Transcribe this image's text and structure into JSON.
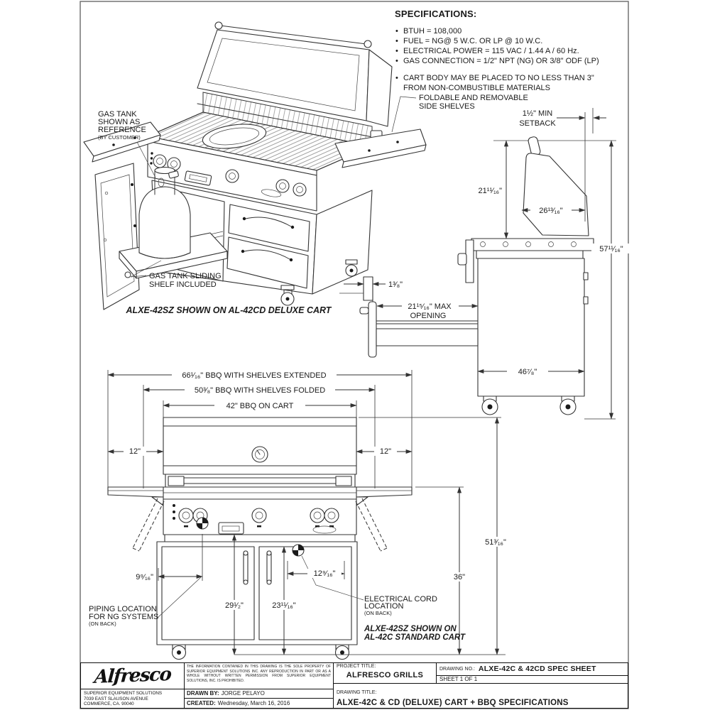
{
  "specifications": {
    "title": "SPECIFICATIONS:",
    "items": [
      "BTUH = 108,000",
      "FUEL = NG@ 5 W.C. OR LP @ 10 W.C.",
      "ELECTRICAL POWER = 115 VAC / 1.44 A / 60 Hz.",
      "GAS CONNECTION = 1/2\" NPT (NG) OR 3/8\" ODF (LP)"
    ],
    "note_line1": "CART BODY MAY BE PLACED TO NO LESS THAN 3\"",
    "note_line2": "FROM  NON-COMBUSTIBLE MATERIALS"
  },
  "iso_view": {
    "labels": {
      "gas_tank_1": "GAS TANK",
      "gas_tank_2": "SHOWN AS",
      "gas_tank_3": "REFERENCE",
      "gas_tank_4": "(BY CUSTOMER)",
      "shelf_1": "GAS TANK SLIDING",
      "shelf_2": "SHELF INCLUDED",
      "foldable_1": "FOLDABLE AND REMOVABLE",
      "foldable_2": "SIDE SHELVES"
    },
    "caption": "ALXE-42SZ SHOWN ON AL-42CD DELUXE CART"
  },
  "side_view": {
    "setback_1": "1½\" MIN",
    "setback_2": "SETBACK",
    "hood_height": "21¹¹⁄₁₆\"",
    "hood_depth": "26¹³⁄₁₆\"",
    "total_height": "57¹¹⁄₁₆\"",
    "lip": "1³⁄₈\"",
    "opening_1": "21¹⁵⁄₁₆\" MAX",
    "opening_2": "OPENING",
    "depth": "46⁷⁄₈\""
  },
  "front_view": {
    "extended": "66¹⁄₁₆\" BBQ WITH SHELVES EXTENDED",
    "folded": "50³⁄₈\" BBQ WITH SHELVES FOLDED",
    "on_cart": "42\" BBQ ON CART",
    "shelf_left": "12\"",
    "shelf_right": "12\"",
    "total_height": "51³⁄₁₆\"",
    "cart_height": "36\"",
    "piping_offset": "9⁹⁄₁₆\"",
    "handle_height": "29¹⁄₂\"",
    "door_height": "23¹¹⁄₁₆\"",
    "cord_offset": "12⁹⁄₁₆\"",
    "piping_1": "PIPING LOCATION",
    "piping_2": "FOR NG SYSTEMS",
    "piping_3": "(ON BACK)",
    "cord_1": "ELECTRICAL CORD",
    "cord_2": "LOCATION",
    "cord_3": "(ON BACK)",
    "caption_1": "ALXE-42SZ SHOWN ON",
    "caption_2": "AL-42C STANDARD CART"
  },
  "title_block": {
    "logo": "Alfresco",
    "company_1": "SUPERIOR EQUIPMENT SOLUTIONS",
    "company_2": "7039 EAST SLAUSON AVENUE",
    "company_3": "COMMERCE, CA. 90040",
    "legal": "THE INFORMATION CONTAINED IN THIS DRAWING IS THE SOLE PROPERTY OF SUPERIOR EQUIPMENT SOLUTIONS INC. ANY REPRODUCTION IN PART OR AS A WHOLE WITHOUT WRITTEN PERMISSION FROM SUPERIOR EQUIPMENT SOLUTIONS, INC. IS PROHIBITED.",
    "drawn_by_label": "DRAWN BY:",
    "drawn_by": "JORGE PELAYO",
    "created_label": "CREATED:",
    "created": "Wednesday, March 16, 2016",
    "project_title_label": "PROJECT TITLE:",
    "project_title": "ALFRESCO GRILLS",
    "drawing_no_label": "DRAWING NO.:",
    "drawing_no": "ALXE-42C & 42CD SPEC SHEET",
    "sheet": "SHEET 1 OF 1",
    "drawing_title_label": "DRAWING TITLE:",
    "drawing_title": "ALXE-42C & CD (DELUXE) CART + BBQ SPECIFICATIONS"
  }
}
